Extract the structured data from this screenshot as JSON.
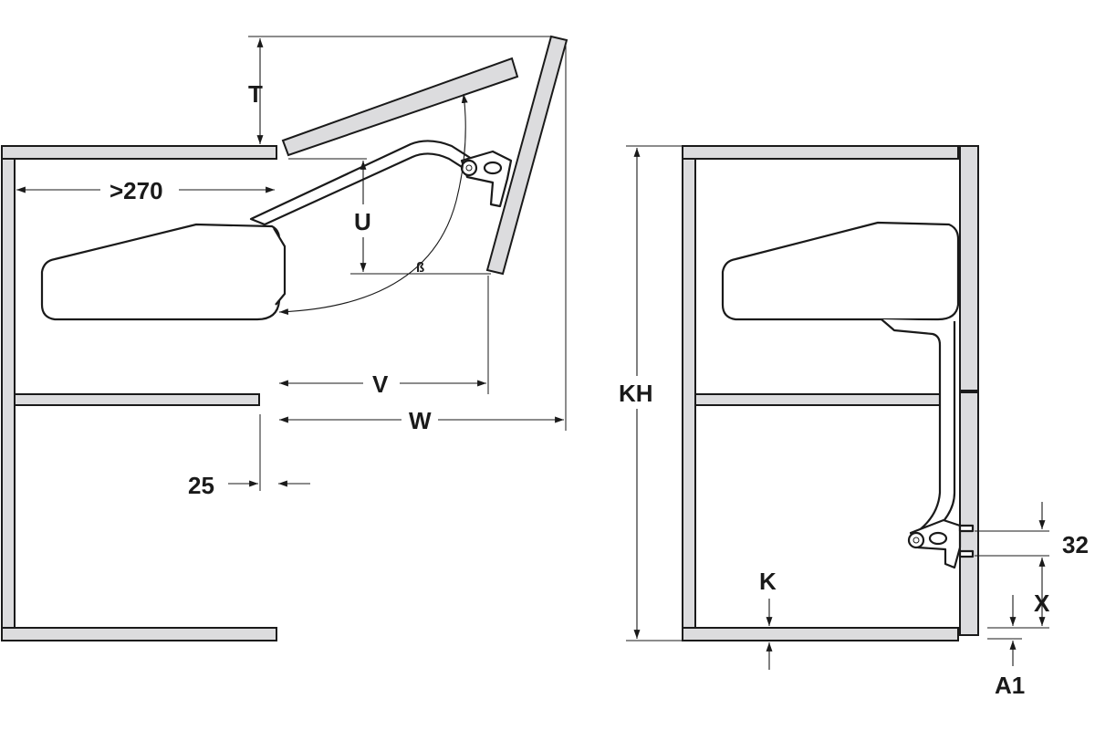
{
  "labels": {
    "t": "T",
    "over270": ">270",
    "u": "U",
    "beta": "ß",
    "v": "V",
    "w": "W",
    "d25": "25",
    "kh": "KH",
    "k": "K",
    "x": "X",
    "a1": "A1",
    "d32": "32"
  }
}
